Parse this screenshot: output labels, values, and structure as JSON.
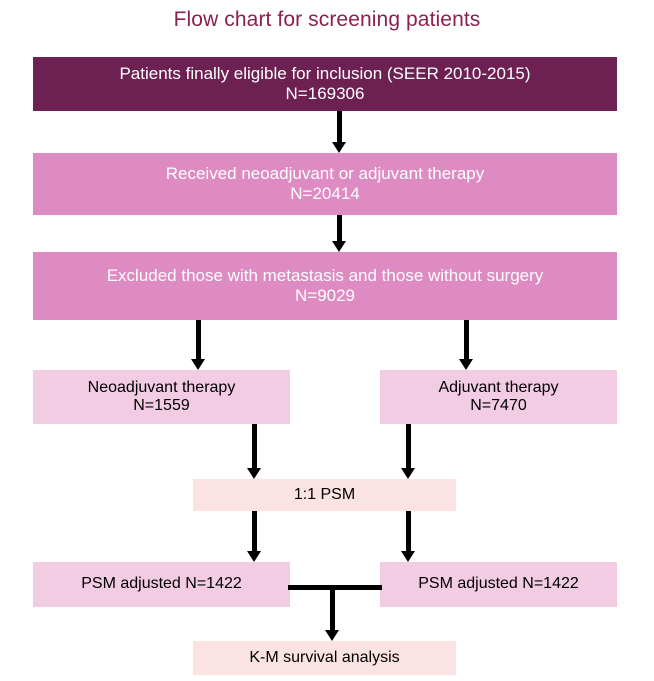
{
  "title": "Flow chart for screening patients",
  "colors": {
    "title": "#8c2050",
    "node_dark": "#6d2153",
    "node_mid": "#dd8bc2",
    "node_light": "#f2cce3",
    "node_pale": "#fce3e3",
    "connector": "#000000",
    "text_on_dark": "#ffffff",
    "text_on_light": "#000000",
    "background": "#ffffff"
  },
  "chart_data": {
    "type": "diagram",
    "title": "Flow chart for screening patients",
    "nodes": [
      {
        "id": "eligible",
        "line1": "Patients  finally eligible for inclusion (SEER 2010-2015)",
        "line2": "N=169306",
        "count": 169306,
        "style": "node-dark"
      },
      {
        "id": "received-therapy",
        "line1": "Received neoadjuvant or adjuvant therapy",
        "line2": "N=20414",
        "count": 20414,
        "style": "node-mid"
      },
      {
        "id": "excluded",
        "line1": "Excluded those with metastasis and those without surgery",
        "line2": "N=9029",
        "count": 9029,
        "style": "node-mid"
      },
      {
        "id": "neoadjuvant",
        "line1": "Neoadjuvant therapy",
        "line2": "N=1559",
        "count": 1559,
        "style": "node-light"
      },
      {
        "id": "adjuvant",
        "line1": "Adjuvant therapy",
        "line2": "N=7470",
        "count": 7470,
        "style": "node-light"
      },
      {
        "id": "psm",
        "line1": "1:1 PSM",
        "line2": "",
        "style": "node-pale"
      },
      {
        "id": "psm-adjusted-left",
        "line1": "PSM adjusted N=1422",
        "line2": "",
        "count": 1422,
        "style": "node-light"
      },
      {
        "id": "psm-adjusted-right",
        "line1": "PSM adjusted N=1422",
        "line2": "",
        "count": 1422,
        "style": "node-light"
      },
      {
        "id": "km-analysis",
        "line1": "K-M survival analysis",
        "line2": "",
        "style": "node-pale"
      }
    ],
    "edges": [
      {
        "from": "eligible",
        "to": "received-therapy"
      },
      {
        "from": "received-therapy",
        "to": "excluded"
      },
      {
        "from": "excluded",
        "to": "neoadjuvant"
      },
      {
        "from": "excluded",
        "to": "adjuvant"
      },
      {
        "from": "neoadjuvant",
        "to": "psm"
      },
      {
        "from": "adjuvant",
        "to": "psm"
      },
      {
        "from": "psm",
        "to": "psm-adjusted-left"
      },
      {
        "from": "psm",
        "to": "psm-adjusted-right"
      },
      {
        "from": "psm-adjusted-left",
        "to": "km-analysis"
      },
      {
        "from": "psm-adjusted-right",
        "to": "km-analysis"
      }
    ]
  }
}
